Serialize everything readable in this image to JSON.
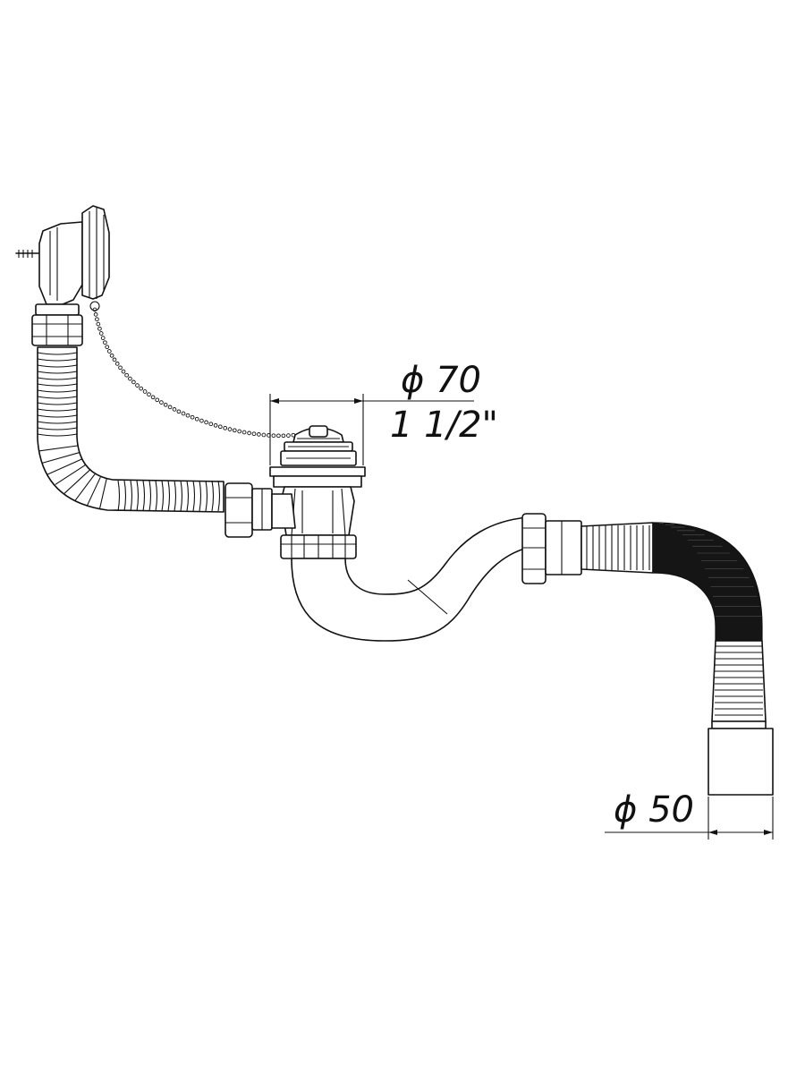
{
  "dimensions": {
    "outlet_diameter_top": "ϕ 70",
    "thread_size": "1 1/2\"",
    "outlet_diameter_bottom": "ϕ 50"
  },
  "colors": {
    "line": "#111111",
    "background": "#ffffff",
    "dark_hose": "#151515"
  }
}
